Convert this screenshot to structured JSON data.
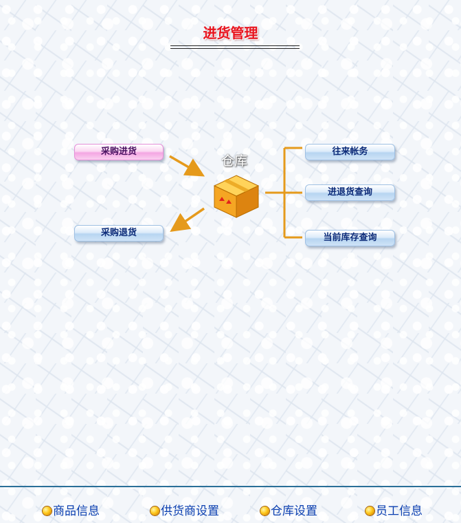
{
  "page": {
    "title": "进货管理"
  },
  "diagram": {
    "center_label": "仓库",
    "left_buttons": [
      {
        "label": "采购进货",
        "style": "pink"
      },
      {
        "label": "采购退货",
        "style": "blue"
      }
    ],
    "right_buttons": [
      {
        "label": "往来帐务"
      },
      {
        "label": "进退货查询"
      },
      {
        "label": "当前库存查询"
      }
    ]
  },
  "bottom_nav": [
    {
      "label": "商品信息",
      "icon": "orange-dot-icon"
    },
    {
      "label": "供货商设置",
      "icon": "orange-dot-icon"
    },
    {
      "label": "仓库设置",
      "icon": "orange-dot-icon"
    },
    {
      "label": "员工信息",
      "icon": "orange-dot-icon"
    }
  ],
  "colors": {
    "title": "#e8141e",
    "arrows": "#e59a1c",
    "nav_text": "#0b3fb0",
    "divider": "#2a6f98"
  }
}
